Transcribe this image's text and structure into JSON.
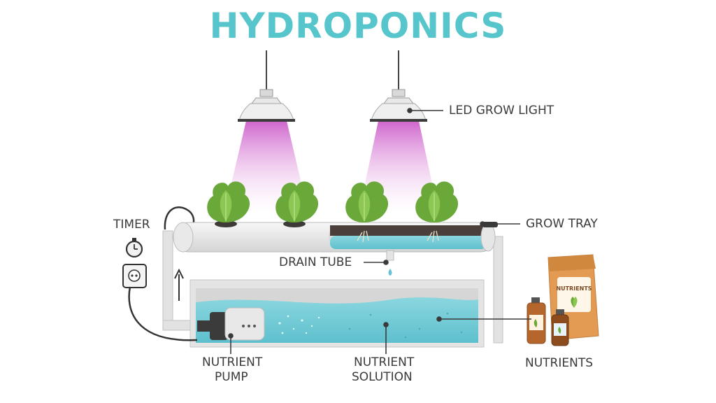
{
  "title": "HYDROPONICS",
  "labels": {
    "led_grow_light": "LED GROW LIGHT",
    "timer": "TIMER",
    "grow_tray": "GROW TRAY",
    "drain_tube": "DRAIN TUBE",
    "nutrient_pump_1": "NUTRIENT",
    "nutrient_pump_2": "PUMP",
    "nutrient_solution_1": "NUTRIENT",
    "nutrient_solution_2": "SOLUTION",
    "nutrients": "NUTRIENTS",
    "bag_text": "NUTRIENTS"
  },
  "colors": {
    "title": "#56c5cc",
    "water": "#6cc8d4",
    "water_dark": "#4fb3c2",
    "pipe": "#e6e6e6",
    "pipe_stroke": "#bdbdbd",
    "soil": "#4a3f3a",
    "leaf": "#6aa83a",
    "leaf_light": "#8cc653",
    "light_beam": "#d65ed0",
    "bag": "#e09a52",
    "bottle": "#b5662c",
    "label_text": "#3a3a3a",
    "leader_line": "#3a3a3a"
  }
}
